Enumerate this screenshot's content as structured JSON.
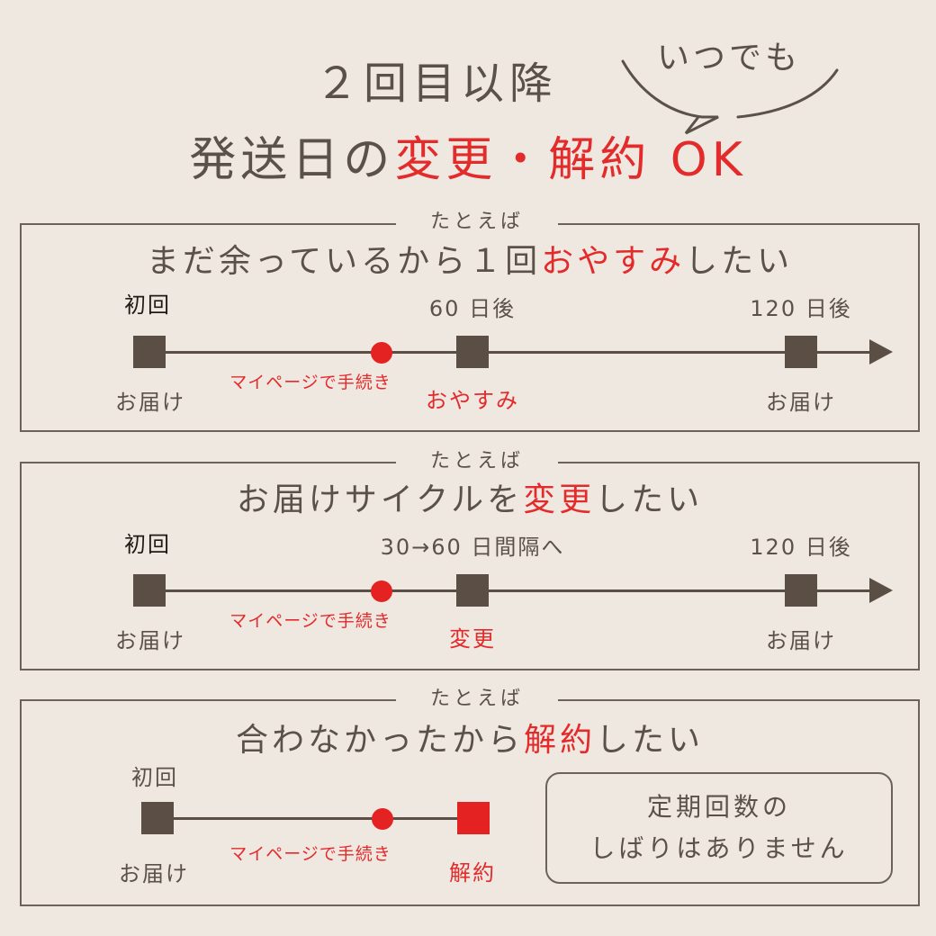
{
  "header": {
    "line1": "２回目以降",
    "bubble": "いつでも",
    "line2_prefix": "発送日の",
    "line2_accent": "変更・解約",
    "line2_suffix": " OK"
  },
  "sections": [
    {
      "eyebrow": "たとえば",
      "title_prefix": "まだ余っているから１回",
      "title_accent": "おやすみ",
      "title_suffix": "したい",
      "first_label": "初回",
      "mid_label": "60 日後",
      "end_label": "120 日後",
      "first_below": "お届け",
      "dot_below": "マイページで手続き",
      "mid_below": "おやすみ",
      "end_below": "お届け"
    },
    {
      "eyebrow": "たとえば",
      "title_prefix": "お届けサイクルを",
      "title_accent": "変更",
      "title_suffix": "したい",
      "first_label": "初回",
      "mid_label": "30→60 日間隔へ",
      "end_label": "120 日後",
      "first_below": "お届け",
      "dot_below": "マイページで手続き",
      "mid_below": "変更",
      "end_below": "お届け"
    },
    {
      "eyebrow": "たとえば",
      "title_prefix": "合わなかったから",
      "title_accent": "解約",
      "title_suffix": "したい",
      "first_label": "初回",
      "first_below": "お届け",
      "dot_below": "マイページで手続き",
      "end_below": "解約",
      "note_line1": "定期回数の",
      "note_line2": "しばりはありません"
    }
  ],
  "colors": {
    "background": "#efe8e1",
    "text": "#5a5149",
    "accent": "#e32b2b",
    "timeline": "#5b4f45"
  }
}
